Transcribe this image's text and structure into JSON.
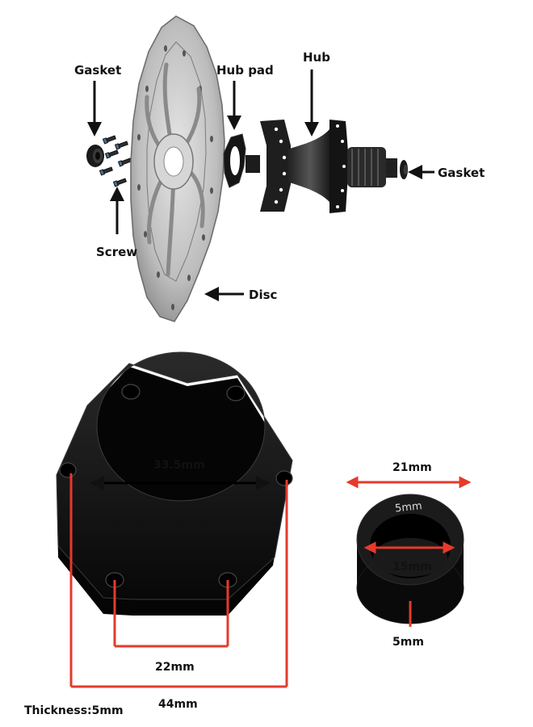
{
  "labels": {
    "gasket_left": "Gasket",
    "hub_pad": "Hub pad",
    "hub": "Hub",
    "gasket_right": "Gasket",
    "screw": "Screw",
    "disc": "Disc"
  },
  "dimensions": {
    "inner_diameter": "33.5mm",
    "bolt_spacing_short": "22mm",
    "bolt_spacing_long": "44mm",
    "thickness": "Thickness:5mm",
    "spacer_outer": "21mm",
    "spacer_inner": "15mm",
    "spacer_width": "5mm",
    "spacer_engraving": "5mm"
  },
  "colors": {
    "dimension_line": "#e53a2c",
    "part_black": "#111111",
    "disc_silver": "#c9c9c9"
  }
}
